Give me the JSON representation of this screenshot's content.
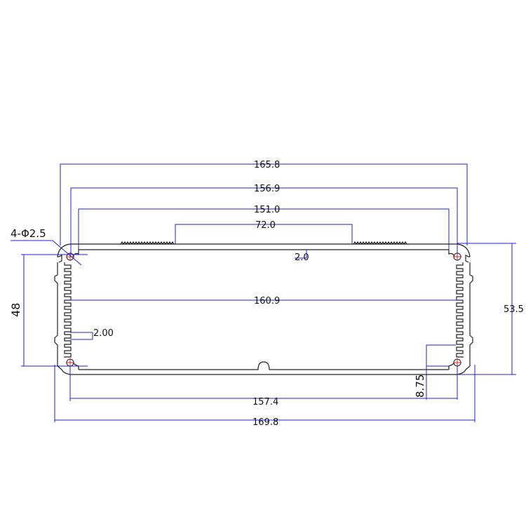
{
  "dimensions": {
    "overall_top_width": "165.8",
    "top_hole_span": "156.9",
    "inner_top_width": "151.0",
    "ribbed_zone_width": "72.0",
    "top_plate_thickness": "2.0",
    "inner_width": "160.9",
    "hole_vertical_span": "48",
    "fin_pitch": "2.00",
    "overall_height": "53.5",
    "hole_offset": "8.75",
    "bottom_hole_span": "157.4",
    "overall_bottom_width": "169.8",
    "hole_callout": "4-Φ2.5"
  },
  "colors": {
    "dimension_lines": "#1f1fd8",
    "outline": "#222222",
    "hole_center_marks": "#e0202a"
  }
}
